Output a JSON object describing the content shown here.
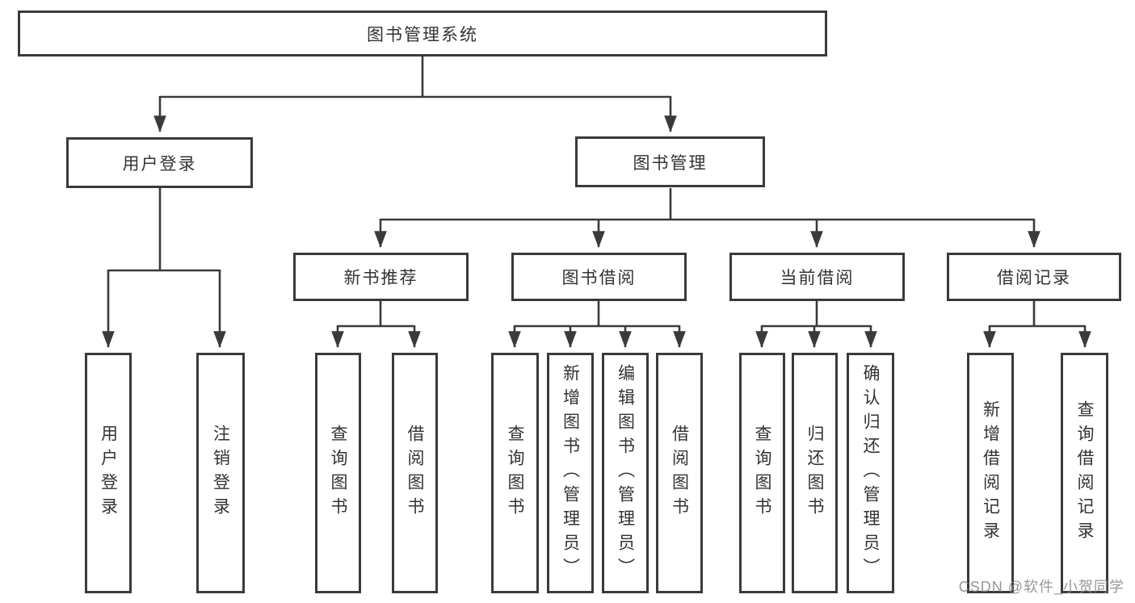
{
  "diagram": {
    "type": "hierarchy-tree",
    "tree": {
      "label": "图书管理系统",
      "children": [
        {
          "label": "用户登录",
          "children": [
            {
              "label": "用户登录"
            },
            {
              "label": "注销登录"
            }
          ]
        },
        {
          "label": "图书管理",
          "children": [
            {
              "label": "新书推荐",
              "children": [
                {
                  "label": "查询图书"
                },
                {
                  "label": "借阅图书"
                }
              ]
            },
            {
              "label": "图书借阅",
              "children": [
                {
                  "label": "查询图书"
                },
                {
                  "label": "新增图书（管理员）"
                },
                {
                  "label": "编辑图书（管理员）"
                },
                {
                  "label": "借阅图书"
                }
              ]
            },
            {
              "label": "当前借阅",
              "children": [
                {
                  "label": "查询图书"
                },
                {
                  "label": "归还图书"
                },
                {
                  "label": "确认归还（管理员）"
                }
              ]
            },
            {
              "label": "借阅记录",
              "children": [
                {
                  "label": "新增借阅记录"
                },
                {
                  "label": "查询借阅记录"
                }
              ]
            }
          ]
        }
      ]
    },
    "colors": {
      "line": "#3a3a3a",
      "box_border": "#3a3a3a",
      "box_fill": "#ffffff",
      "text": "#333333",
      "background": "#ffffff",
      "watermark_text_color": "#82858a"
    }
  },
  "watermark": {
    "text": "CSDN @软件_小贺同学"
  }
}
